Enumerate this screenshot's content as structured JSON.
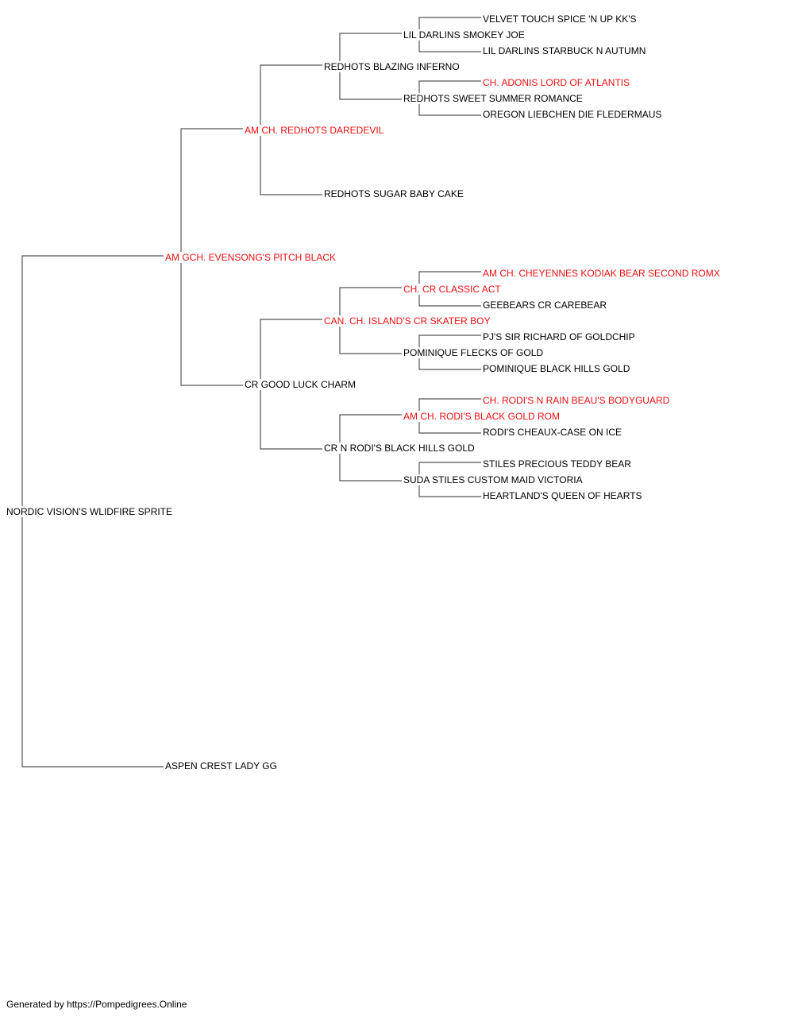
{
  "colors": {
    "line": "#555555",
    "champion_text": "#ee1111",
    "text": "#000000"
  },
  "pedigree": {
    "subject": "NORDIC VISION'S WLIDFIRE SPRITE",
    "sire": "AM GCH. EVENSONG'S PITCH BLACK",
    "dam": "ASPEN CREST LADY GG",
    "sire_sire": "AM CH. REDHOTS DAREDEVIL",
    "sire_dam": "CR GOOD LUCK CHARM",
    "sire_sire_sire": "REDHOTS BLAZING INFERNO",
    "sire_sire_dam": "REDHOTS SUGAR BABY CAKE",
    "sire_dam_sire": "CAN. CH. ISLAND'S CR SKATER BOY",
    "sire_dam_dam": "CR N RODI'S BLACK HILLS GOLD",
    "g4_1": "LIL DARLINS SMOKEY JOE",
    "g4_2": "REDHOTS SWEET SUMMER ROMANCE",
    "g4_3": "CH. CR CLASSIC ACT",
    "g4_4": "POMINIQUE FLECKS OF GOLD",
    "g4_5": "AM CH. RODI'S BLACK GOLD ROM",
    "g4_6": "SUDA STILES CUSTOM MAID VICTORIA",
    "g5_1": "VELVET TOUCH SPICE 'N UP KK'S",
    "g5_2": "LIL DARLINS STARBUCK N AUTUMN",
    "g5_3": "CH. ADONIS LORD OF ATLANTIS",
    "g5_4": "OREGON LIEBCHEN DIE FLEDERMAUS",
    "g5_5": "AM CH. CHEYENNES KODIAK BEAR SECOND ROMX",
    "g5_6": "GEEBEARS CR CAREBEAR",
    "g5_7": "PJ'S SIR RICHARD OF GOLDCHIP",
    "g5_8": "POMINIQUE BLACK HILLS GOLD",
    "g5_9": "CH. RODI'S N RAIN BEAU'S BODYGUARD",
    "g5_10": "RODI'S CHEAUX-CASE ON ICE",
    "g5_11": "STILES PRECIOUS TEDDY BEAR",
    "g5_12": "HEARTLAND'S QUEEN OF HEARTS"
  },
  "footer": "Generated by https://Pompedigrees.Online"
}
